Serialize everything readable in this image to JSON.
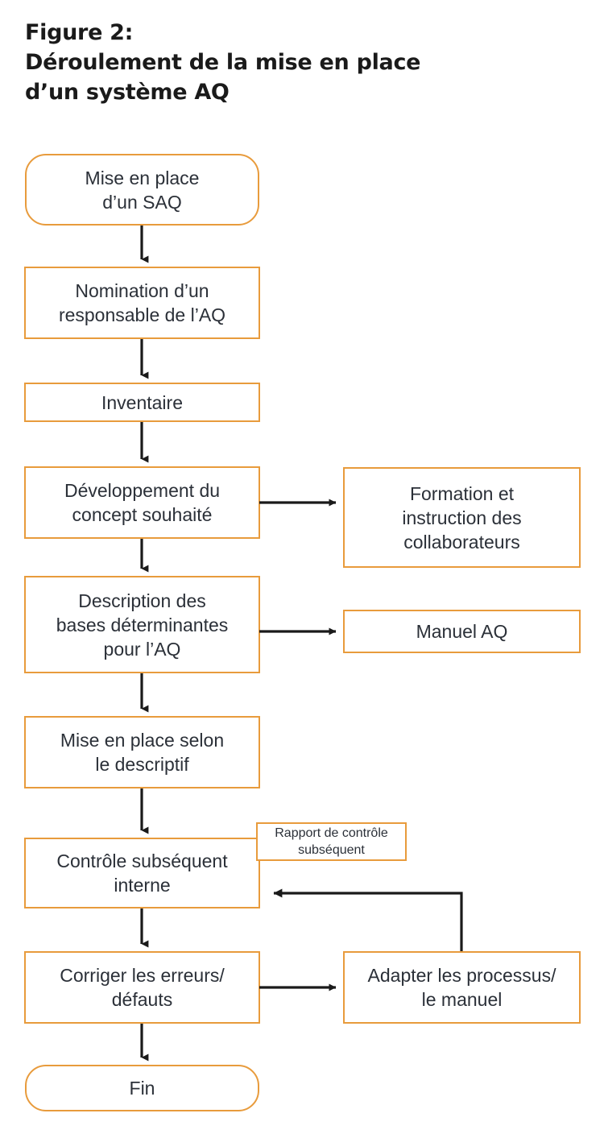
{
  "figure": {
    "title_lines": [
      "Figure 2:",
      "Déroulement de la mise en place",
      "d’un système AQ"
    ],
    "accent_color": "#E89B3C",
    "text_color": "#2b3038",
    "connector_color": "#1a1a1a"
  },
  "chart_data": {
    "type": "diagram",
    "title": "Figure 2: Déroulement de la mise en place d’un système AQ",
    "diagram_kind": "flowchart",
    "orientation": "top-to-bottom",
    "nodes": [
      {
        "id": "start",
        "label": "Mise en place\nd’un SAQ",
        "shape": "rounded-rect",
        "column": "main"
      },
      {
        "id": "nomination",
        "label": "Nomination d’un\nresponsable de l’AQ",
        "shape": "rect",
        "column": "main"
      },
      {
        "id": "inventaire",
        "label": "Inventaire",
        "shape": "rect",
        "column": "main"
      },
      {
        "id": "developpement",
        "label": "Développement du\nconcept souhaité",
        "shape": "rect",
        "column": "main"
      },
      {
        "id": "description",
        "label": "Description des\nbases déterminantes\npour l’AQ",
        "shape": "rect",
        "column": "main"
      },
      {
        "id": "miseenplace",
        "label": "Mise en place selon\nle descriptif",
        "shape": "rect",
        "column": "main"
      },
      {
        "id": "controle",
        "label": "Contrôle subséquent\ninterne",
        "shape": "rect",
        "column": "main"
      },
      {
        "id": "corriger",
        "label": "Corriger les erreurs/\ndéfauts",
        "shape": "rect",
        "column": "main"
      },
      {
        "id": "fin",
        "label": "Fin",
        "shape": "rounded-rect",
        "column": "main"
      },
      {
        "id": "formation",
        "label": "Formation et\ninstruction des\ncollaborateurs",
        "shape": "rect",
        "column": "right"
      },
      {
        "id": "manuel",
        "label": "Manuel AQ",
        "shape": "rect",
        "column": "right"
      },
      {
        "id": "adapter",
        "label": "Adapter les processus/\nle manuel",
        "shape": "rect",
        "column": "right"
      },
      {
        "id": "rapport",
        "label": "Rapport de contrôle\nsubséquent",
        "shape": "rect",
        "column": "annotation"
      }
    ],
    "edges": [
      {
        "from": "start",
        "to": "nomination",
        "style": "arrow",
        "direction": "down"
      },
      {
        "from": "nomination",
        "to": "inventaire",
        "style": "arrow",
        "direction": "down"
      },
      {
        "from": "inventaire",
        "to": "developpement",
        "style": "arrow",
        "direction": "down"
      },
      {
        "from": "developpement",
        "to": "description",
        "style": "arrow",
        "direction": "down"
      },
      {
        "from": "developpement",
        "to": "formation",
        "style": "arrow",
        "direction": "right"
      },
      {
        "from": "description",
        "to": "miseenplace",
        "style": "arrow",
        "direction": "down"
      },
      {
        "from": "description",
        "to": "manuel",
        "style": "arrow",
        "direction": "right"
      },
      {
        "from": "miseenplace",
        "to": "controle",
        "style": "arrow",
        "direction": "down"
      },
      {
        "from": "controle",
        "to": "corriger",
        "style": "arrow",
        "direction": "down"
      },
      {
        "from": "corriger",
        "to": "adapter",
        "style": "arrow",
        "direction": "right"
      },
      {
        "from": "corriger",
        "to": "fin",
        "style": "arrow",
        "direction": "down"
      },
      {
        "from": "adapter",
        "to": "controle",
        "style": "arrow",
        "direction": "feedback-up-left"
      },
      {
        "from": "controle",
        "to": "rapport",
        "style": "attached",
        "direction": "none"
      }
    ],
    "legend": [],
    "annotations": [
      "Rapport de contrôle subséquent"
    ]
  },
  "nodes": {
    "start": {
      "label": "Mise en place\nd’un SAQ"
    },
    "nomination": {
      "label": "Nomination d’un\nresponsable de l’AQ"
    },
    "inventaire": {
      "label": "Inventaire"
    },
    "developpement": {
      "label": "Développement du\nconcept souhaité"
    },
    "description": {
      "label": "Description des\nbases déterminantes\npour l’AQ"
    },
    "miseenplace": {
      "label": "Mise en place selon\nle descriptif"
    },
    "controle": {
      "label": "Contrôle subséquent\ninterne"
    },
    "corriger": {
      "label": "Corriger les erreurs/\ndéfauts"
    },
    "fin": {
      "label": "Fin"
    },
    "formation": {
      "label": "Formation et\ninstruction des\ncollaborateurs"
    },
    "manuel": {
      "label": "Manuel AQ"
    },
    "adapter": {
      "label": "Adapter les processus/\nle manuel"
    },
    "rapport": {
      "label": "Rapport de contrôle\nsubséquent"
    }
  }
}
